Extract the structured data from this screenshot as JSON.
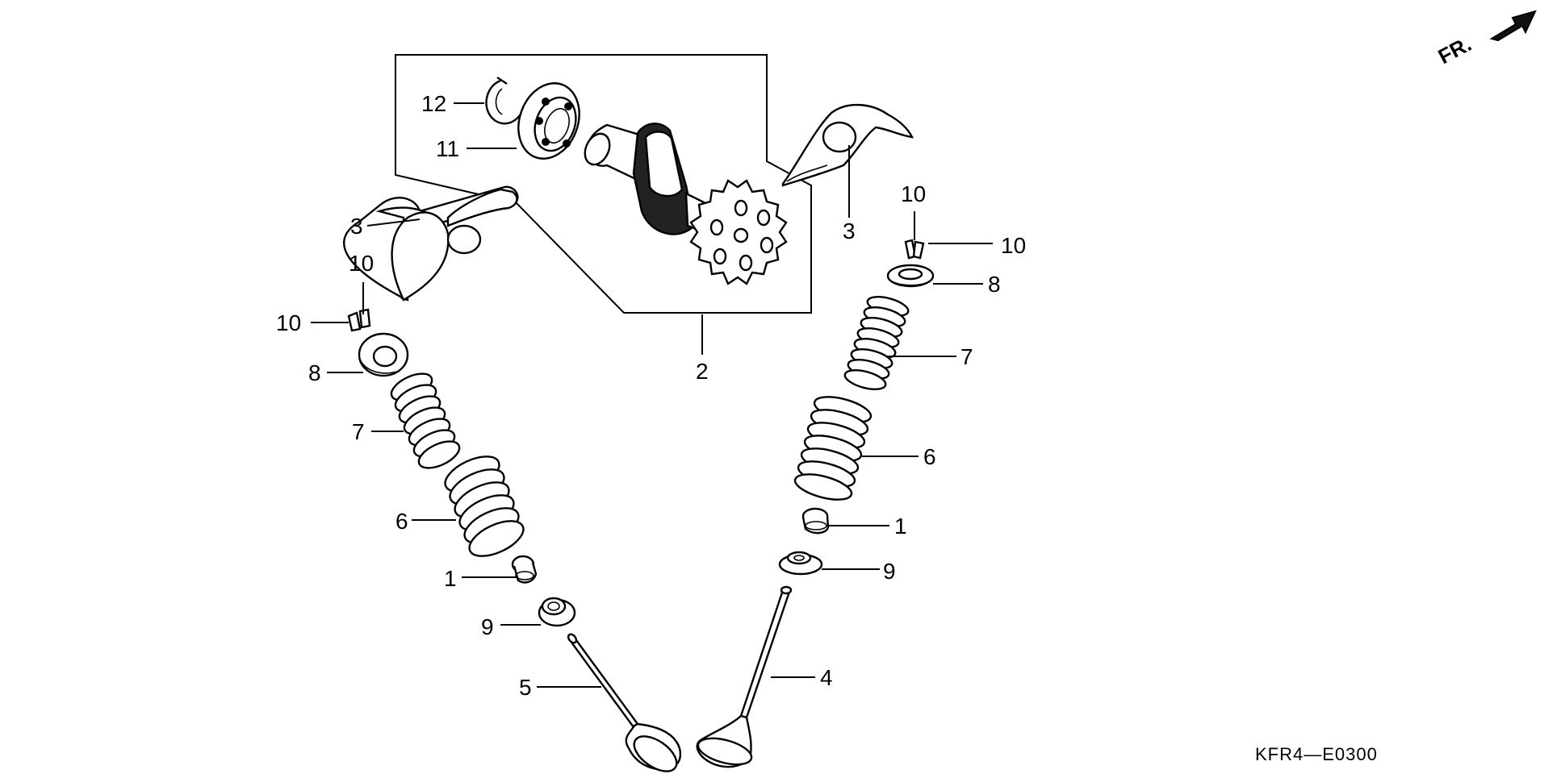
{
  "diagram": {
    "direction_marker": "FR.",
    "drawing_code": "KFR4—E0300",
    "callouts": {
      "c1_left": "1",
      "c1_right": "1",
      "c2": "2",
      "c3_left": "3",
      "c3_right": "3",
      "c4": "4",
      "c5": "5",
      "c6_left": "6",
      "c6_right": "6",
      "c7_left": "7",
      "c7_right": "7",
      "c8_left": "8",
      "c8_right": "8",
      "c9_left": "9",
      "c9_right": "9",
      "c10_left_a": "10",
      "c10_left_b": "10",
      "c10_right_a": "10",
      "c10_right_b": "10",
      "c11": "11",
      "c12": "12"
    }
  }
}
